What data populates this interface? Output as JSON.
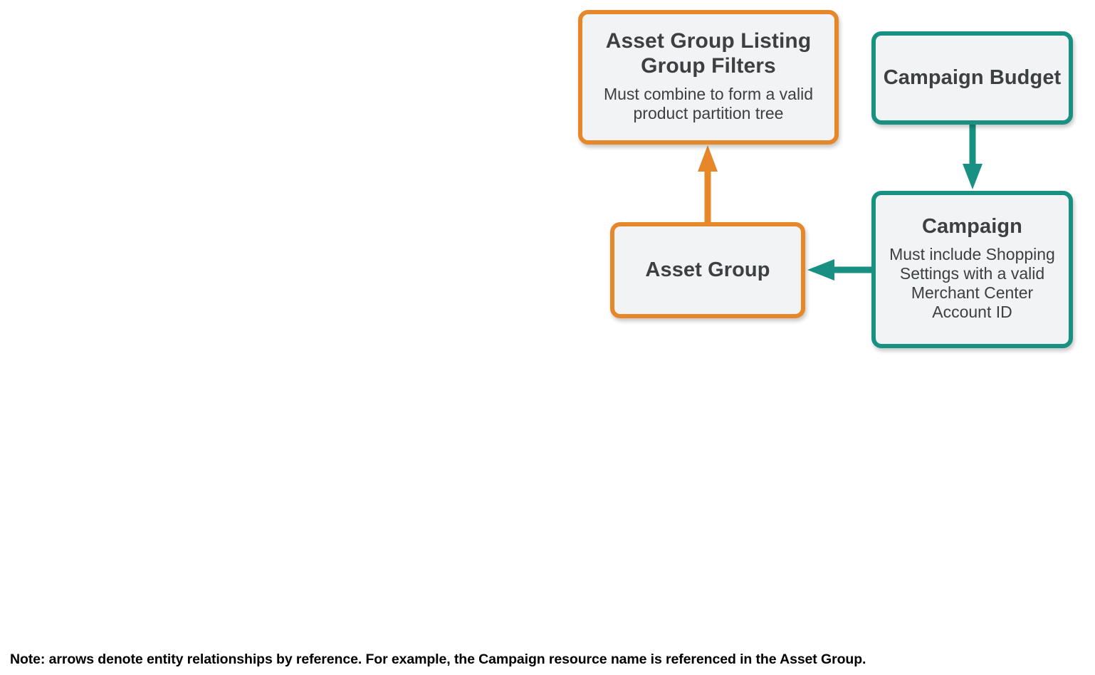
{
  "diagram": {
    "type": "entity-relationship",
    "colors": {
      "orange": "#e6872a",
      "teal": "#189182",
      "box_fill": "#f1f3f4",
      "text": "#3c4043",
      "note_text": "#000000",
      "background": "#ffffff"
    },
    "nodes": [
      {
        "id": "asset-group-listing-group-filters",
        "title": "Asset Group Listing Group Filters",
        "subtitle": "Must combine to form a valid product partition tree",
        "color": "orange"
      },
      {
        "id": "campaign-budget",
        "title": "Campaign Budget",
        "subtitle": "",
        "color": "teal"
      },
      {
        "id": "asset-group",
        "title": "Asset Group",
        "subtitle": "",
        "color": "orange"
      },
      {
        "id": "campaign",
        "title": "Campaign",
        "subtitle": "Must include Shopping Settings with a valid Merchant Center Account ID",
        "color": "teal"
      }
    ],
    "edges": [
      {
        "id": "asset-group-to-listing-group-filters",
        "from": "asset-group",
        "to": "asset-group-listing-group-filters",
        "direction": "up",
        "color": "orange"
      },
      {
        "id": "campaign-budget-to-campaign",
        "from": "campaign-budget",
        "to": "campaign",
        "direction": "down",
        "color": "teal"
      },
      {
        "id": "campaign-to-asset-group",
        "from": "campaign",
        "to": "asset-group",
        "direction": "left",
        "color": "teal"
      }
    ]
  },
  "footer": {
    "note": "Note: arrows denote entity relationships by reference. For example, the Campaign resource name is referenced in the Asset Group."
  }
}
